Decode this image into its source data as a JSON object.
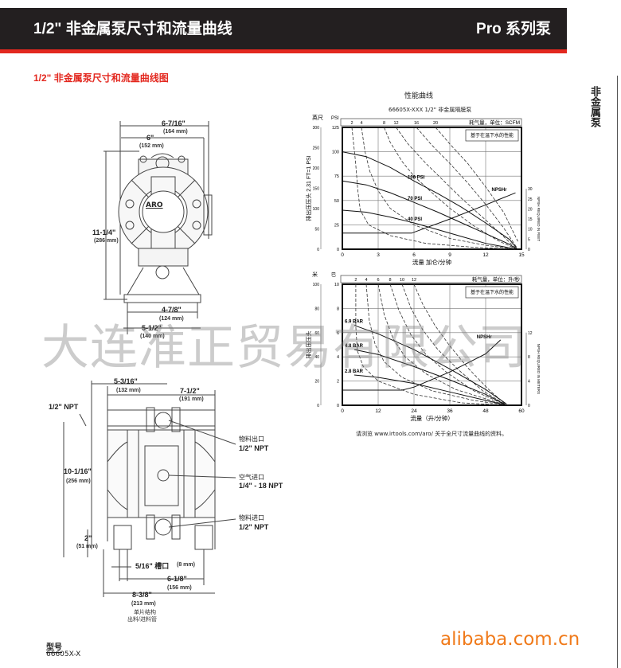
{
  "header": {
    "title": "1/2\" 非金属泵尺寸和流量曲线",
    "series": "Pro 系列泵"
  },
  "subtitle": "1/2\" 非金属泵尺寸和流量曲线图",
  "side_tab": "非金属泵",
  "watermark": "大连准正贸易有限公司",
  "site_mark": "alibaba.com.cn",
  "model": {
    "label": "型号",
    "value": "66605X-X"
  },
  "front_view": {
    "logo": "ARO",
    "dims": [
      {
        "in": "6-7/16\"",
        "mm": "(164 mm)"
      },
      {
        "in": "6\"",
        "mm": "(152 mm)"
      },
      {
        "in": "11-1/4\"",
        "mm": "(286 mm)"
      },
      {
        "in": "4-7/8\"",
        "mm": "(124 mm)"
      },
      {
        "in": "5-1/2\"",
        "mm": "(140 mm)"
      }
    ]
  },
  "bottom_view": {
    "dims": [
      {
        "in": "5-3/16\"",
        "mm": "(132 mm)"
      },
      {
        "in": "7-1/2\"",
        "mm": "(191 mm)"
      },
      {
        "in": "10-1/16\"",
        "mm": "(256 mm)"
      },
      {
        "in": "2\"",
        "mm": "(51 mm)"
      },
      {
        "in": "5/16\" 槽口",
        "mm": "(8 mm)"
      },
      {
        "in": "6-1/8\"",
        "mm": "(156 mm)"
      },
      {
        "in": "8-3/8\"",
        "mm": "(213 mm)"
      }
    ],
    "npt_side": "1/2\" NPT",
    "callouts": [
      {
        "name": "物料出口",
        "spec": "1/2\" NPT"
      },
      {
        "name": "空气进口",
        "spec": "1/4\" - 18 NPT"
      },
      {
        "name": "物料进口",
        "spec": "1/2\" NPT"
      }
    ],
    "note1": "单片结构",
    "note2": "出料/进料管"
  },
  "chart_data": [
    {
      "type": "line",
      "title": "性能曲线",
      "subtitle": "66605X-XXX 1/2\" 非金属隔膜泵",
      "xlabel": "流量 加仑/分钟",
      "ylabel": "排出压压头 2.31 FT=1 PSI",
      "y_unit_left": "PSI",
      "y2_label_top": "英尺",
      "right_label": "NPSH REQUIRED IN FEET",
      "air_label": "耗气量，单位：SCFM",
      "legend_box": "基于在温下水的性能",
      "npsh_label": "NPSHr",
      "xlim": [
        0,
        15
      ],
      "ylim": [
        0,
        125
      ],
      "xticks": [
        0,
        3,
        6,
        9,
        12,
        15
      ],
      "yticks": [
        0,
        25,
        50,
        75,
        100,
        125
      ],
      "feet_ticks": [
        0,
        50,
        100,
        150,
        200,
        250,
        300
      ],
      "right_ticks": [
        0,
        5,
        10,
        15,
        20,
        25,
        30
      ],
      "right_max_equiv_y": 62,
      "pressure_series": [
        {
          "name": "100 PSI",
          "points": [
            [
              0,
              100
            ],
            [
              2,
              95
            ],
            [
              4,
              84
            ],
            [
              6,
              70
            ],
            [
              8,
              57
            ],
            [
              10,
              43
            ],
            [
              12,
              27
            ],
            [
              14,
              10
            ],
            [
              14.6,
              1
            ]
          ]
        },
        {
          "name": "70 PSI",
          "points": [
            [
              0,
              70
            ],
            [
              2,
              66
            ],
            [
              4,
              58
            ],
            [
              6,
              48
            ],
            [
              8,
              38
            ],
            [
              10,
              27
            ],
            [
              12,
              16
            ],
            [
              14,
              5
            ],
            [
              14.6,
              0
            ]
          ]
        },
        {
          "name": "40 PSI",
          "points": [
            [
              0,
              40
            ],
            [
              2,
              38
            ],
            [
              4,
              33
            ],
            [
              6,
              27
            ],
            [
              8,
              20
            ],
            [
              10,
              13
            ],
            [
              12,
              6
            ],
            [
              14.6,
              0
            ]
          ]
        }
      ],
      "air_series": [
        {
          "name": "2",
          "points": [
            [
              0.8,
              125
            ],
            [
              1.1,
              90
            ],
            [
              1.3,
              60
            ],
            [
              1.5,
              40
            ],
            [
              2.2,
              25
            ],
            [
              4,
              14
            ],
            [
              7,
              6
            ],
            [
              11,
              2
            ],
            [
              14.5,
              0
            ]
          ]
        },
        {
          "name": "4",
          "points": [
            [
              1.6,
              125
            ],
            [
              1.9,
              100
            ],
            [
              2.3,
              80
            ],
            [
              3,
              60
            ],
            [
              4,
              42
            ],
            [
              6,
              25
            ],
            [
              9,
              11
            ],
            [
              12,
              4
            ],
            [
              14.5,
              0
            ]
          ]
        },
        {
          "name": "8",
          "points": [
            [
              3.5,
              125
            ],
            [
              4,
              110
            ],
            [
              5,
              90
            ],
            [
              6,
              75
            ],
            [
              7.5,
              58
            ],
            [
              9,
              42
            ],
            [
              11,
              24
            ],
            [
              13,
              9
            ],
            [
              14.6,
              0
            ]
          ]
        },
        {
          "name": "12",
          "points": [
            [
              4.5,
              125
            ],
            [
              5.5,
              108
            ],
            [
              7,
              88
            ],
            [
              8.5,
              70
            ],
            [
              10,
              52
            ],
            [
              12,
              30
            ],
            [
              13.5,
              13
            ],
            [
              14.6,
              0
            ]
          ]
        },
        {
          "name": "16",
          "points": [
            [
              6.2,
              125
            ],
            [
              7.4,
              108
            ],
            [
              9,
              88
            ],
            [
              10.5,
              68
            ],
            [
              12,
              46
            ],
            [
              13.5,
              22
            ],
            [
              14.7,
              0
            ]
          ]
        },
        {
          "name": "20",
          "points": [
            [
              7.8,
              125
            ],
            [
              9,
              108
            ],
            [
              10.5,
              88
            ],
            [
              12,
              64
            ],
            [
              13.5,
              38
            ],
            [
              14.7,
              8
            ]
          ]
        }
      ],
      "npsh_series": {
        "name": "NPSHr",
        "points": [
          [
            0,
            8
          ],
          [
            5.8,
            8
          ],
          [
            9,
            15
          ],
          [
            12,
            22
          ],
          [
            14.5,
            28
          ]
        ]
      }
    },
    {
      "type": "line",
      "xlabel": "流量（升/分钟）",
      "ylabel": "排出压压头",
      "y_unit_left": "巴",
      "y2_label_top": "米",
      "right_label": "NPSH REQUIRED IN METERS",
      "air_label": "耗气量，单位：升/秒",
      "legend_box": "基于在温下水的性能",
      "npsh_label": "NPSHr",
      "xlim": [
        0,
        60
      ],
      "ylim": [
        0,
        10
      ],
      "xticks": [
        0,
        12,
        24,
        36,
        48,
        60
      ],
      "yticks": [
        0,
        2,
        4,
        6,
        8,
        10
      ],
      "meter_ticks": [
        0,
        20,
        40,
        60,
        80,
        100
      ],
      "right_ticks": [
        0,
        4,
        8,
        12
      ],
      "right_max_equiv_y": 6,
      "pressure_series": [
        {
          "name": "6.9 BAR",
          "points": [
            [
              4,
              6.6
            ],
            [
              12,
              5.9
            ],
            [
              24,
              4.6
            ],
            [
              36,
              3
            ],
            [
              48,
              1.3
            ],
            [
              55,
              0.1
            ]
          ]
        },
        {
          "name": "4.8 BAR",
          "points": [
            [
              4,
              4.6
            ],
            [
              12,
              4.2
            ],
            [
              24,
              3.2
            ],
            [
              36,
              2.1
            ],
            [
              48,
              0.9
            ],
            [
              55,
              0
            ]
          ]
        },
        {
          "name": "2.8 BAR",
          "points": [
            [
              4,
              2.5
            ],
            [
              12,
              2.3
            ],
            [
              24,
              1.8
            ],
            [
              36,
              1.1
            ],
            [
              48,
              0.4
            ],
            [
              55,
              0
            ]
          ]
        }
      ],
      "air_series": [
        {
          "name": "2",
          "points": [
            [
              4.5,
              10
            ],
            [
              4.5,
              6.5
            ],
            [
              5,
              4.5
            ],
            [
              7,
              3.2
            ],
            [
              12,
              2
            ],
            [
              24,
              0.9
            ],
            [
              40,
              0.2
            ],
            [
              55,
              0
            ]
          ]
        },
        {
          "name": "4",
          "points": [
            [
              8,
              10
            ],
            [
              9,
              7
            ],
            [
              11,
              5
            ],
            [
              14,
              3.6
            ],
            [
              20,
              2.3
            ],
            [
              30,
              1.2
            ],
            [
              44,
              0.4
            ],
            [
              55,
              0
            ]
          ]
        },
        {
          "name": "6",
          "points": [
            [
              12,
              10
            ],
            [
              14,
              7.5
            ],
            [
              17,
              5.5
            ],
            [
              21,
              4
            ],
            [
              28,
              2.6
            ],
            [
              38,
              1.3
            ],
            [
              55,
              0
            ]
          ]
        },
        {
          "name": "8",
          "points": [
            [
              16,
              10
            ],
            [
              19,
              7.8
            ],
            [
              23,
              5.8
            ],
            [
              28,
              4.2
            ],
            [
              35,
              2.7
            ],
            [
              44,
              1.2
            ],
            [
              55,
              0
            ]
          ]
        },
        {
          "name": "10",
          "points": [
            [
              20,
              10
            ],
            [
              23,
              8
            ],
            [
              27,
              6.2
            ],
            [
              32,
              4.6
            ],
            [
              39,
              2.9
            ],
            [
              47,
              1.2
            ],
            [
              55,
              0
            ]
          ]
        },
        {
          "name": "12",
          "points": [
            [
              24,
              10
            ],
            [
              27,
              8.3
            ],
            [
              31,
              6.6
            ],
            [
              36,
              4.9
            ],
            [
              42,
              3.1
            ],
            [
              49,
              1.3
            ],
            [
              55,
              0
            ]
          ]
        }
      ],
      "npsh_series": {
        "name": "NPSHr",
        "points": [
          [
            0,
            2.5
          ],
          [
            20,
            2.5
          ],
          [
            24,
            3
          ],
          [
            36,
            5.5
          ],
          [
            48,
            8.5
          ],
          [
            53,
            10.8
          ]
        ]
      },
      "footnote": "请浏览 www.irtools.com/aro/ 关于全尺寸流量曲线的资料。"
    }
  ]
}
